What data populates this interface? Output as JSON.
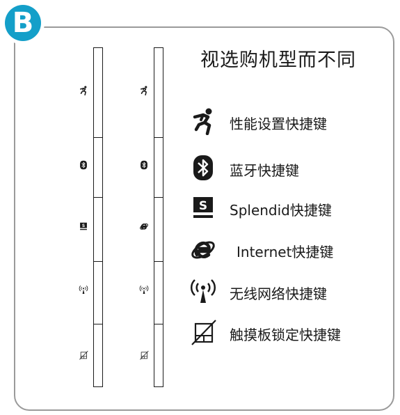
{
  "badge": {
    "letter": "B",
    "color": "#149fc9"
  },
  "title": "视选购机型而不同",
  "legend": [
    {
      "icon": "running-person-icon",
      "label": "性能设置快捷键"
    },
    {
      "icon": "bluetooth-icon",
      "label": "蓝牙快捷键"
    },
    {
      "icon": "splendid-icon",
      "label": "Splendid快捷键"
    },
    {
      "icon": "internet-icon",
      "label": "Internet快捷键"
    },
    {
      "icon": "wireless-icon",
      "label": "无线网络快捷键"
    },
    {
      "icon": "touchpad-lock-icon",
      "label": "触摸板锁定快捷键"
    }
  ],
  "strips": [
    {
      "icons": [
        "running-person-icon",
        "bluetooth-icon",
        "splendid-icon",
        "wireless-icon",
        "touchpad-lock-icon"
      ]
    },
    {
      "icons": [
        "running-person-icon",
        "bluetooth-icon",
        "internet-icon",
        "wireless-icon",
        "touchpad-lock-icon"
      ]
    }
  ]
}
